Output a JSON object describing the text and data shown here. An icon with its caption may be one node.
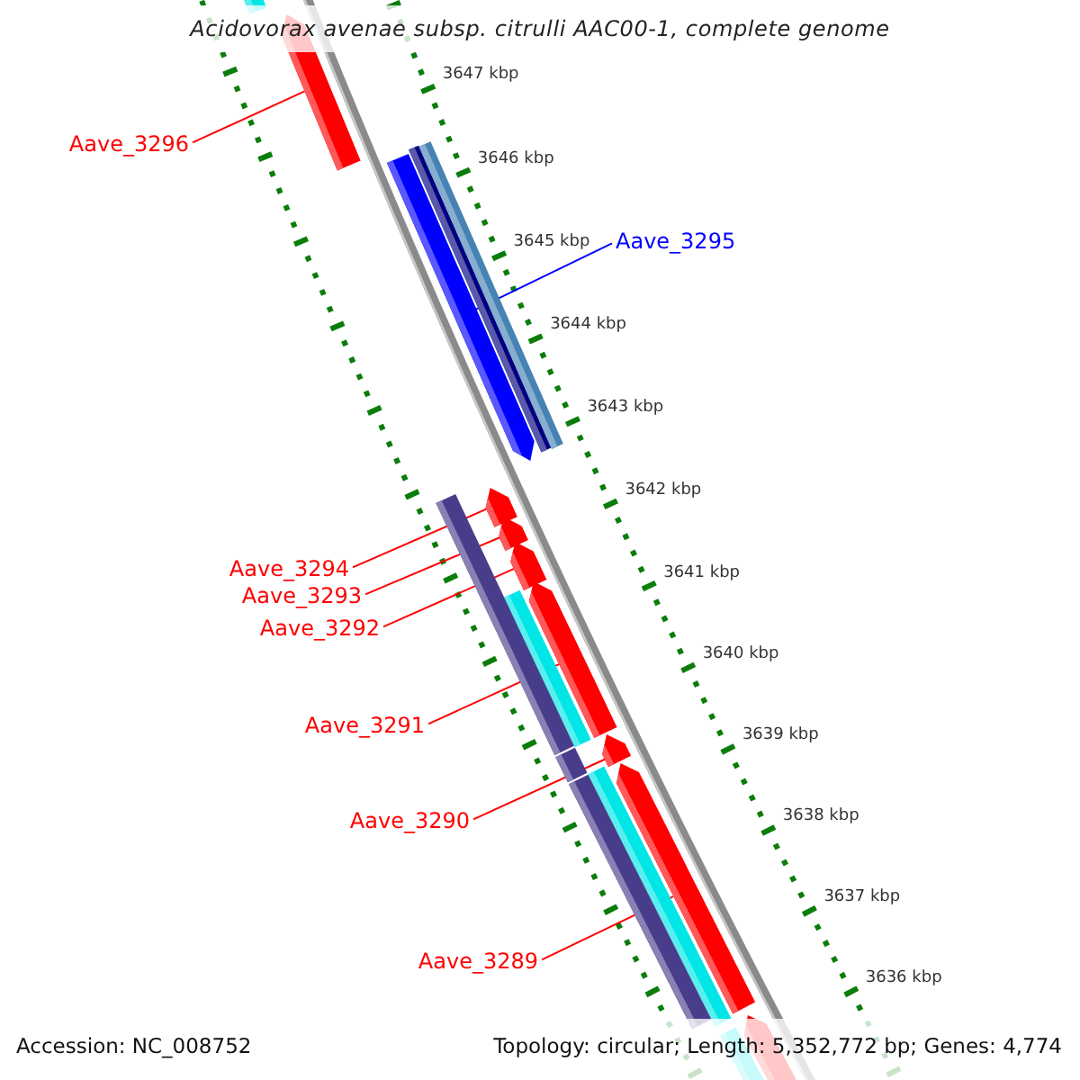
{
  "diagram": {
    "title": "Acidovorax avenae subsp. citrulli AAC00-1, complete genome",
    "nodes": [
      {
        "text": [
          "Aave_3296"
        ]
      },
      {
        "text": [
          "Aave_3295"
        ]
      },
      {
        "text": [
          "Aave_3294"
        ]
      },
      {
        "text": [
          "Aave_3293"
        ]
      },
      {
        "text": [
          "Aave_3292"
        ]
      },
      {
        "text": [
          "Aave_3291"
        ]
      },
      {
        "text": [
          "Aave_3290"
        ]
      },
      {
        "text": [
          "Aave_3289"
        ]
      },
      {
        "text": [],
        "shape": "bar"
      },
      {
        "text": [],
        "shape": "bar"
      },
      {
        "text": [],
        "shape": "bar"
      },
      {
        "text": [],
        "shape": "bar"
      },
      {
        "text": [],
        "shape": "bar"
      },
      {
        "text": [],
        "shape": "bar"
      },
      {
        "text": [],
        "shape": "bar"
      },
      {
        "text": [],
        "shape": "bar"
      }
    ],
    "edges": [
      {
        "from": 0,
        "to": 8,
        "arrow": "none"
      },
      {
        "from": 1,
        "to": 9,
        "arrow": "none",
        "color": "#0000ff"
      },
      {
        "from": 2,
        "to": 10,
        "arrow": "none"
      },
      {
        "from": 3,
        "to": 11,
        "arrow": "none"
      },
      {
        "from": 4,
        "to": 12,
        "arrow": "none"
      },
      {
        "from": 5,
        "to": 13,
        "arrow": "none"
      },
      {
        "from": 6,
        "to": 14,
        "arrow": "none"
      },
      {
        "from": 7,
        "to": 15,
        "arrow": "none"
      }
    ],
    "labels": [
      "3647 kbp",
      "3646 kbp",
      "3645 kbp",
      "3644 kbp",
      "3643 kbp",
      "3642 kbp",
      "3641 kbp",
      "3640 kbp",
      "3639 kbp",
      "3638 kbp",
      "3637 kbp",
      "3636 kbp",
      "Accession: NC_008752",
      "Topology: circular; Length: 5,352,772 bp; Genes: 4,774"
    ]
  }
}
